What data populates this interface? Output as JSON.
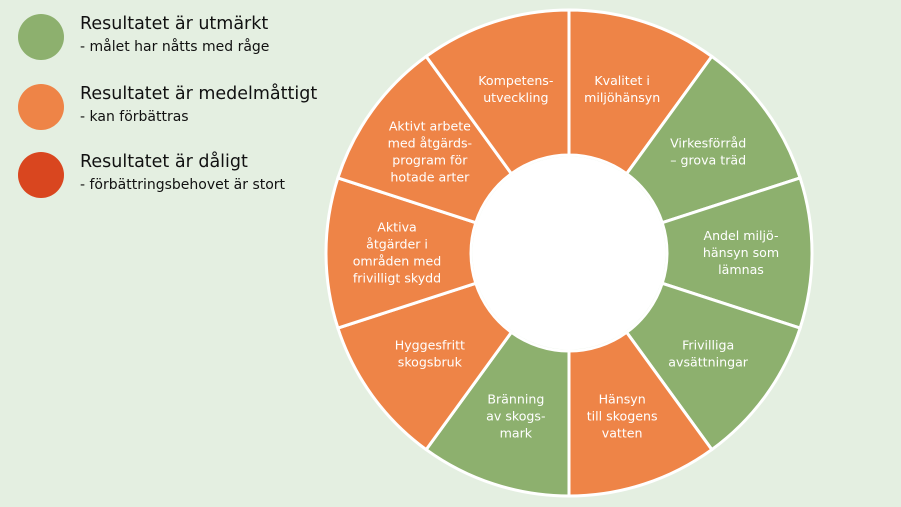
{
  "colors": {
    "background": "#e4efe1",
    "excellent": "#8db06e",
    "mediocre": "#ee8447",
    "poor": "#d9461f",
    "separator": "#ffffff"
  },
  "legend": [
    {
      "id": "excellent",
      "title": "Resultatet är utmärkt",
      "subtitle": "- målet har nåtts med råge",
      "color": "#8db06e"
    },
    {
      "id": "mediocre",
      "title": "Resultatet är medelmåttigt",
      "subtitle": "- kan förbättras",
      "color": "#ee8447"
    },
    {
      "id": "poor",
      "title": "Resultatet är dåligt",
      "subtitle": "- förbättringsbehovet är stort",
      "color": "#d9461f"
    }
  ],
  "segments": [
    {
      "lines": [
        "Kvalitet i",
        "miljöhänsyn"
      ],
      "rating": "mediocre"
    },
    {
      "lines": [
        "Virkesförråd",
        "– grova träd"
      ],
      "rating": "excellent"
    },
    {
      "lines": [
        "Andel miljö-",
        "hänsyn som",
        "lämnas"
      ],
      "rating": "excellent"
    },
    {
      "lines": [
        "Frivilliga",
        "avsättningar"
      ],
      "rating": "excellent"
    },
    {
      "lines": [
        "Hänsyn",
        "till skogens",
        "vatten"
      ],
      "rating": "mediocre"
    },
    {
      "lines": [
        "Bränning",
        "av skogs-",
        "mark"
      ],
      "rating": "excellent"
    },
    {
      "lines": [
        "Hyggesfritt",
        "skogsbruk"
      ],
      "rating": "mediocre"
    },
    {
      "lines": [
        "Aktiva",
        "åtgärder i",
        "områden med",
        "frivilligt skydd"
      ],
      "rating": "mediocre"
    },
    {
      "lines": [
        "Aktivt arbete",
        "med åtgärds-",
        "program för",
        "hotade arter"
      ],
      "rating": "mediocre"
    },
    {
      "lines": [
        "Kompetens-",
        "utveckling"
      ],
      "rating": "mediocre"
    }
  ]
}
